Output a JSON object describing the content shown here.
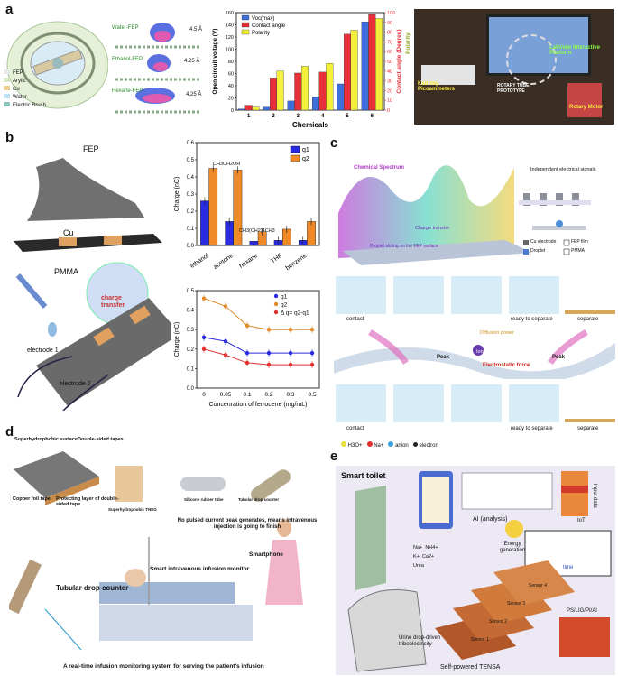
{
  "panels": {
    "a": {
      "letter": "a",
      "legend": [
        "FEP",
        "Arylic",
        "Cu",
        "Water",
        "Electric Brush"
      ],
      "molecules": [
        {
          "name": "Water-FEP",
          "dist": "4.5 Å"
        },
        {
          "name": "Ethanol-FEP",
          "dist": "4.25 Å"
        },
        {
          "name": "Hexane-FEP",
          "dist": "4.25 Å"
        }
      ],
      "photo_labels": [
        "Keithley Picoammeters",
        "LabView Interactive Platform",
        "Rotary Motor",
        "ROTARY TUBE PROTOTYPE"
      ],
      "colors": {
        "voc": "#3f6fd8",
        "angle": "#e8303a",
        "polarity": "#f3ef3a"
      }
    },
    "b": {
      "letter": "b",
      "schematic_labels": [
        "FEP",
        "Cu",
        "PMMA",
        "charge transfer",
        "electrode 1",
        "electrode 2"
      ],
      "molecule_labels": [
        "CH3CH2OH",
        "CH3(CH2)4CH3"
      ]
    },
    "c": {
      "letter": "c",
      "labels": [
        "Chemical Spectrum",
        "Independent electrical signals",
        "Charge transfer",
        "Droplet sliding on the FEP surface",
        "Cu electrode",
        "Droplet",
        "FEP film",
        "PMMA",
        "Diffusion power",
        "Peak",
        "Ion",
        "Peak",
        "Electrostatic force"
      ],
      "row_labels_top": [
        "contact",
        "ready to separate",
        "separate"
      ],
      "row_labels_bottom": [
        "contact",
        "ready to separate",
        "separate"
      ],
      "legend": [
        "H3O+",
        "Na+",
        "anion",
        "electron"
      ]
    },
    "d": {
      "letter": "d",
      "labels": [
        "Superhydrophobic surface",
        "Double-sided tapes",
        "Copper foil tape",
        "Protecting layer of double-sided tape",
        "Superhydrophobic TNEG",
        "Silicone rubber tube",
        "Tubular drop counter",
        "No pulsed current peak generates, means intravenous injection is going to finish",
        "Smart intravenous infusion monitor",
        "Tubular drop counter",
        "Smartphone",
        "A real-time infusion monitoring system for serving the patient's infusion"
      ]
    },
    "e": {
      "letter": "e",
      "labels": [
        "Smart toilet",
        "AI (analysis)",
        "Input data",
        "IoT",
        "Energy generation",
        "time",
        "PS/LIG/PI/Al",
        "Urine drop-driven triboelectricity",
        "Self-powered TENSA"
      ],
      "ions": [
        "Na+",
        "NH4+",
        "K+",
        "Ca2+",
        "Urea"
      ],
      "sensors": [
        "Sensor 1",
        "Sensor 2",
        "Sensor 3",
        "Sensor 4"
      ]
    }
  },
  "chart_data": [
    {
      "type": "bar",
      "categories": [
        "1",
        "2",
        "3",
        "4",
        "5",
        "6"
      ],
      "xlabel": "Chemicals",
      "ylabel": "Open circuit voltage (V)",
      "ylabel2": "Contact angle (Degree)",
      "ylabel3": "Polarity",
      "ylim": [
        0,
        160
      ],
      "ylim2": [
        0,
        100
      ],
      "yticks": [
        0,
        20,
        40,
        60,
        80,
        100,
        120,
        140,
        160
      ],
      "yticks2": [
        0,
        10,
        20,
        30,
        40,
        50,
        60,
        70,
        80,
        90,
        100
      ],
      "legend": [
        "Voc(max)",
        "Contact angle",
        "Polarity"
      ],
      "series": [
        {
          "name": "Voc(max)",
          "values": [
            2,
            5,
            15,
            22,
            43,
            145
          ]
        },
        {
          "name": "Contact angle",
          "values": [
            5,
            33,
            38,
            39,
            78,
            98
          ]
        },
        {
          "name": "Polarity",
          "values": [
            3,
            40,
            45,
            48,
            82,
            94
          ]
        }
      ]
    },
    {
      "type": "bar",
      "categories": [
        "ethanol",
        "acetone",
        "hexane",
        "THF",
        "benzene"
      ],
      "ylabel": "Charge (nC)",
      "ylim": [
        0,
        0.6
      ],
      "yticks": [
        0.0,
        0.1,
        0.2,
        0.3,
        0.4,
        0.5,
        0.6
      ],
      "legend": [
        "q1",
        "q2"
      ],
      "series": [
        {
          "name": "q1",
          "values": [
            0.26,
            0.14,
            0.025,
            0.03,
            0.03
          ]
        },
        {
          "name": "q2",
          "values": [
            0.45,
            0.44,
            0.08,
            0.095,
            0.14
          ]
        }
      ]
    },
    {
      "type": "line",
      "x": [
        0,
        0.05,
        0.1,
        0.2,
        0.3,
        0.5
      ],
      "xticks": [
        "0",
        "0.05",
        "0.1",
        "0.2",
        "0.3",
        "0.5"
      ],
      "xlabel": "Concenration of ferrocene (mg/mL)",
      "ylabel": "Charge (nC)",
      "ylim": [
        0.0,
        0.5
      ],
      "yticks": [
        0.0,
        0.1,
        0.2,
        0.3,
        0.4,
        0.5
      ],
      "legend": [
        "q1",
        "q2",
        "Δ q= q2-q1"
      ],
      "series": [
        {
          "name": "q1",
          "values": [
            0.26,
            0.24,
            0.18,
            0.18,
            0.18,
            0.18
          ]
        },
        {
          "name": "q2",
          "values": [
            0.46,
            0.42,
            0.32,
            0.3,
            0.3,
            0.3
          ]
        },
        {
          "name": "Δ q= q2-q1",
          "values": [
            0.2,
            0.17,
            0.13,
            0.12,
            0.12,
            0.12
          ]
        }
      ]
    }
  ]
}
